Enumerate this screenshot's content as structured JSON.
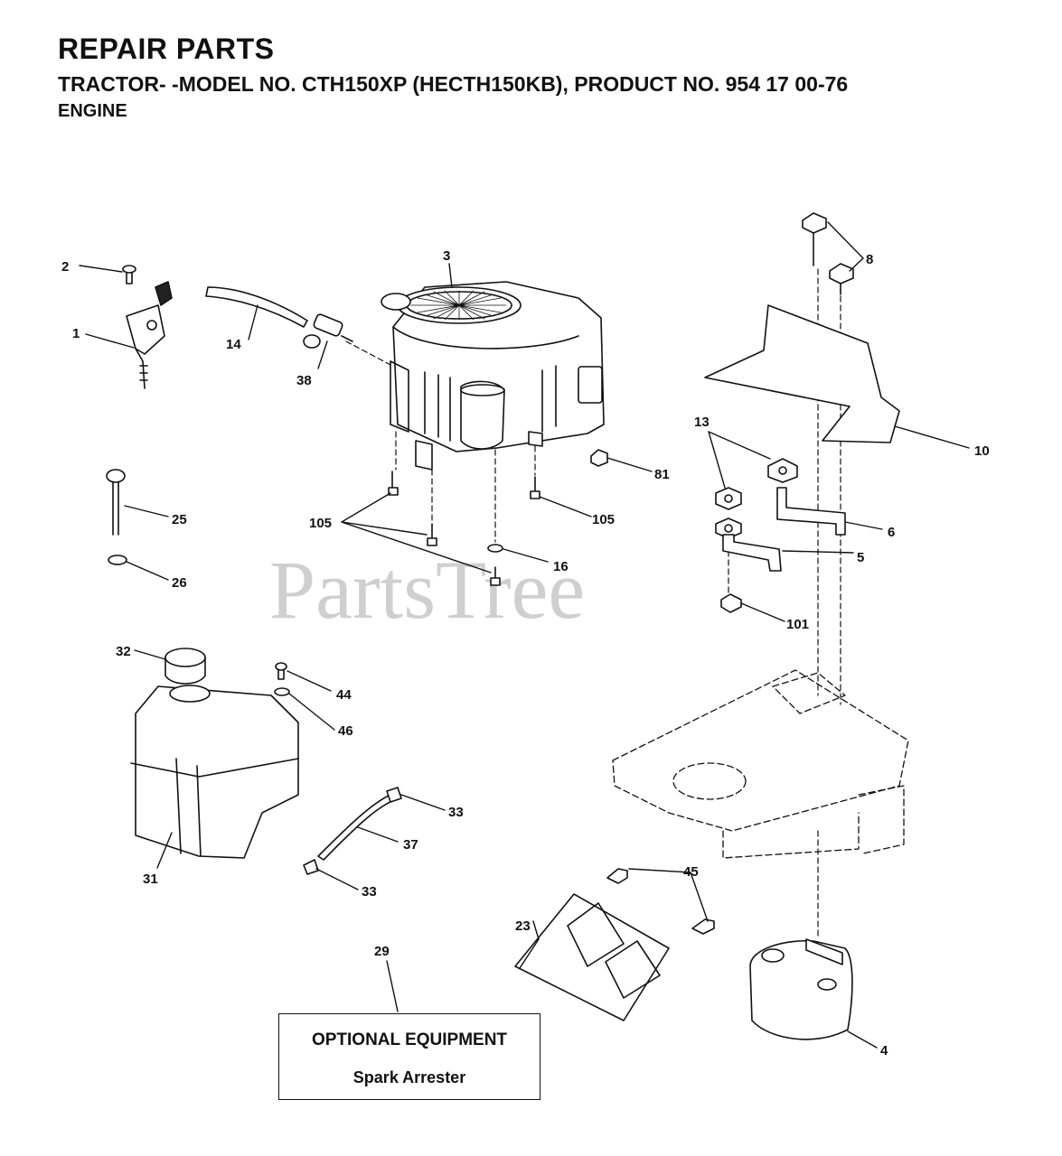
{
  "header": {
    "title": "REPAIR PARTS",
    "subtitle": "TRACTOR- -MODEL NO. CTH150XP (HECTH150KB), PRODUCT NO. 954 17 00-76",
    "section": "ENGINE"
  },
  "watermark": "PartsTree",
  "optional_box": {
    "title": "OPTIONAL EQUIPMENT",
    "subtitle": "Spark Arrester"
  },
  "callouts": {
    "c1": "1",
    "c2": "2",
    "c3": "3",
    "c4": "4",
    "c5": "5",
    "c6": "6",
    "c8": "8",
    "c10": "10",
    "c13": "13",
    "c14": "14",
    "c16": "16",
    "c23": "23",
    "c25": "25",
    "c26": "26",
    "c29": "29",
    "c31": "31",
    "c32": "32",
    "c33a": "33",
    "c33b": "33",
    "c37": "37",
    "c38": "38",
    "c44": "44",
    "c45": "45",
    "c46": "46",
    "c81": "81",
    "c101": "101",
    "c105a": "105",
    "c105b": "105"
  }
}
